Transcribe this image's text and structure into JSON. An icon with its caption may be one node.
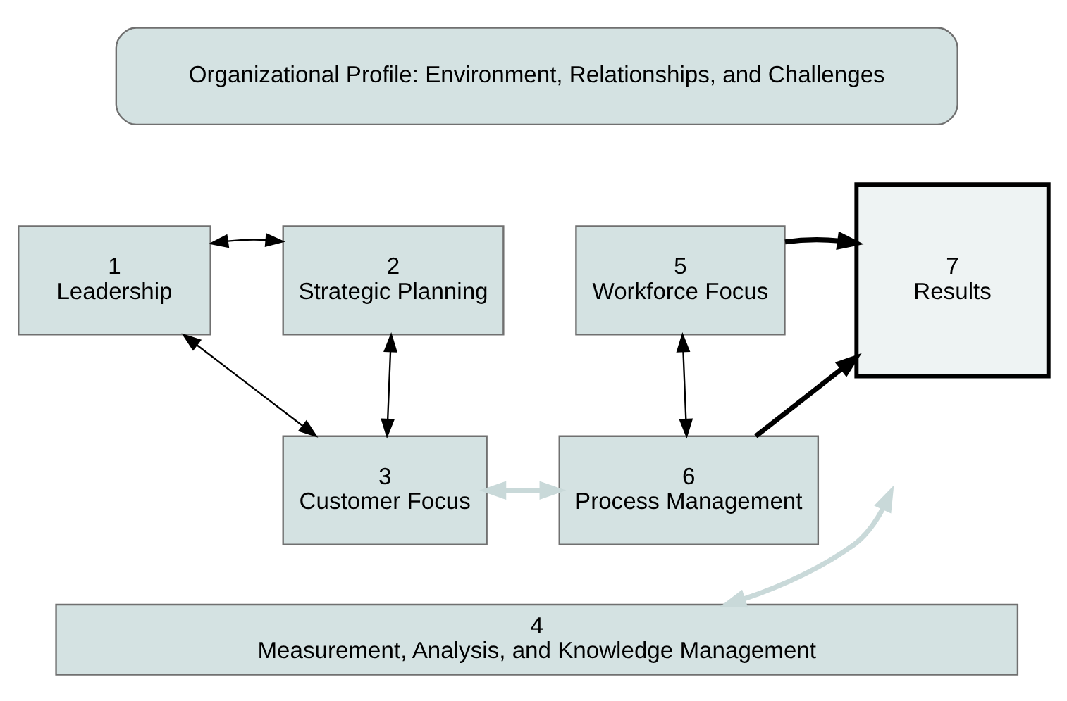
{
  "diagram": {
    "nodes": [
      {
        "text": [
          "Organizational Profile: Environment, Relationships, and Challenges"
        ]
      },
      {
        "text": [
          "1",
          "Leadership"
        ]
      },
      {
        "text": [
          "2",
          "Strategic Planning"
        ]
      },
      {
        "text": [
          "3",
          "Customer Focus"
        ]
      },
      {
        "text": [
          "5",
          "Workforce Focus"
        ]
      },
      {
        "text": [
          "6",
          "Process Management"
        ]
      },
      {
        "text": [
          "7",
          "Results"
        ]
      },
      {
        "text": [
          "4",
          "Measurement, Analysis, and Knowledge Management"
        ]
      }
    ],
    "edges": [
      {
        "from": 1,
        "to": 2,
        "arrow": "both"
      },
      {
        "from": 1,
        "to": 3,
        "arrow": "both"
      },
      {
        "from": 2,
        "to": 3,
        "arrow": "both"
      },
      {
        "from": 4,
        "to": 5,
        "arrow": "both"
      },
      {
        "from": 3,
        "to": 5,
        "arrow": "both",
        "style": "thick",
        "color": "#c9d9d9"
      },
      {
        "from": 4,
        "to": 6,
        "arrow": "to",
        "style": "thick"
      },
      {
        "from": 5,
        "to": 6,
        "arrow": "to",
        "style": "thick"
      },
      {
        "from": 7,
        "to": null,
        "arrow": "both",
        "style": "thick",
        "color": "#c9d9d9"
      }
    ]
  }
}
